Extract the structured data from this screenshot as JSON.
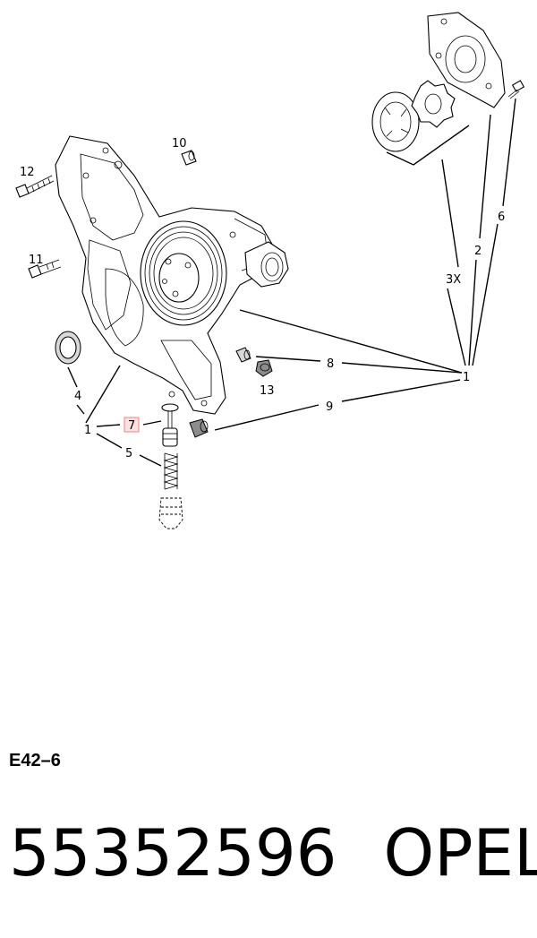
{
  "diagram": {
    "callouts": {
      "c1_main": "1",
      "c1_left": "1",
      "c2": "2",
      "c3x": "3X",
      "c4": "4",
      "c5": "5",
      "c6": "6",
      "c7": "7",
      "c8": "8",
      "c9": "9",
      "c10": "10",
      "c11": "11",
      "c12": "12",
      "c13": "13"
    },
    "highlight_color": "#f08080",
    "highlight_fill": "#fde2e2"
  },
  "footer": {
    "diagram_code": "E42–6",
    "part_number": "55352596",
    "brand": "OPEL"
  }
}
